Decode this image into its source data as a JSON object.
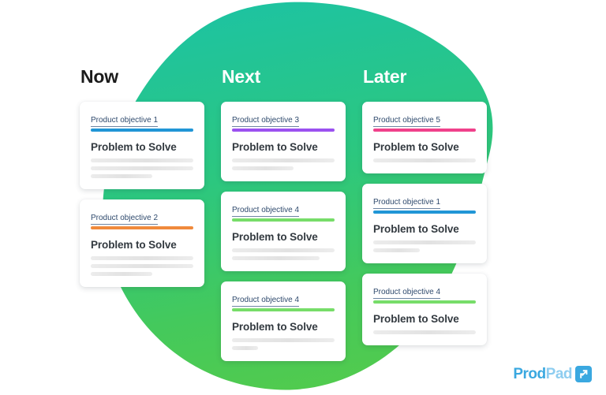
{
  "brand": {
    "name_part1": "Prod",
    "name_part2": "Pad",
    "mark": "arrow-in-rounded-square-icon",
    "color_primary": "#3aa8e0",
    "color_secondary": "#8ecdf0"
  },
  "background": {
    "shape": "organic-blob",
    "gradient_from": "#22c49e",
    "gradient_to": "#4ec94f",
    "page_color": "#ffffff"
  },
  "columns": [
    {
      "id": "now",
      "title": "Now",
      "title_color": "#1b1b1b",
      "cards": [
        {
          "objective": "Product objective 1",
          "objective_color": "#2196d6",
          "heading": "Problem to Solve",
          "lines": [
            "w100",
            "w100",
            "w60"
          ]
        },
        {
          "objective": "Product objective 2",
          "objective_color": "#f08a3c",
          "heading": "Problem to Solve",
          "lines": [
            "w100",
            "w100",
            "w60"
          ]
        }
      ]
    },
    {
      "id": "next",
      "title": "Next",
      "title_color": "#ffffff",
      "cards": [
        {
          "objective": "Product objective 3",
          "objective_color": "#9b51f0",
          "heading": "Problem to Solve",
          "lines": [
            "w100",
            "w60"
          ]
        },
        {
          "objective": "Product objective 4",
          "objective_color": "#77dd69",
          "heading": "Problem to Solve",
          "lines": [
            "w100",
            "w85"
          ]
        },
        {
          "objective": "Product objective 4",
          "objective_color": "#77dd69",
          "heading": "Problem to Solve",
          "lines": [
            "w100",
            "w25"
          ]
        }
      ]
    },
    {
      "id": "later",
      "title": "Later",
      "title_color": "#ffffff",
      "cards": [
        {
          "objective": "Product objective 5",
          "objective_color": "#f0418b",
          "heading": "Problem to Solve",
          "lines": [
            "w100"
          ]
        },
        {
          "objective": "Product objective 1",
          "objective_color": "#2196d6",
          "heading": "Problem to Solve",
          "lines": [
            "w100",
            "w45"
          ]
        },
        {
          "objective": "Product objective 4",
          "objective_color": "#77dd69",
          "heading": "Problem to Solve",
          "lines": [
            "w100"
          ]
        }
      ]
    }
  ]
}
